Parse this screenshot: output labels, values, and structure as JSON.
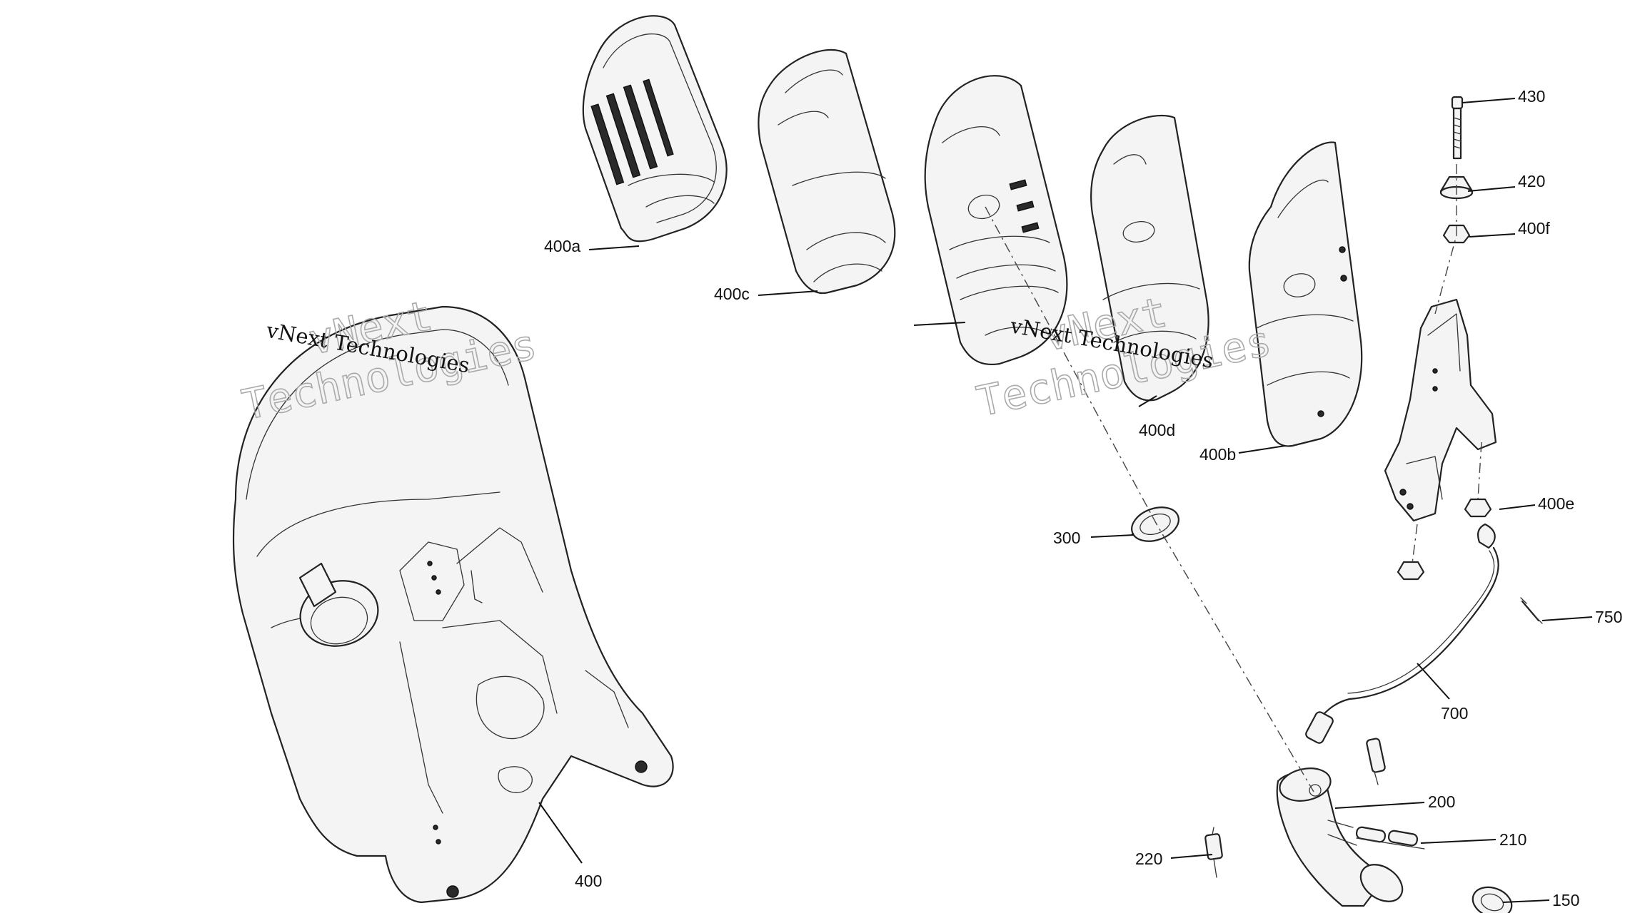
{
  "callouts": {
    "p430": "430",
    "p420": "420",
    "p400f": "400f",
    "p400a": "400a",
    "p400c": "400c",
    "p400d": "400d",
    "p400b": "400b",
    "p400e": "400e",
    "p300": "300",
    "p750": "750",
    "p700": "700",
    "p200": "200",
    "p210": "210",
    "p220": "220",
    "p150": "150",
    "p400": "400"
  },
  "watermarks": {
    "large": [
      "vNext",
      "Technologies"
    ],
    "small": "vNext Technologies"
  }
}
